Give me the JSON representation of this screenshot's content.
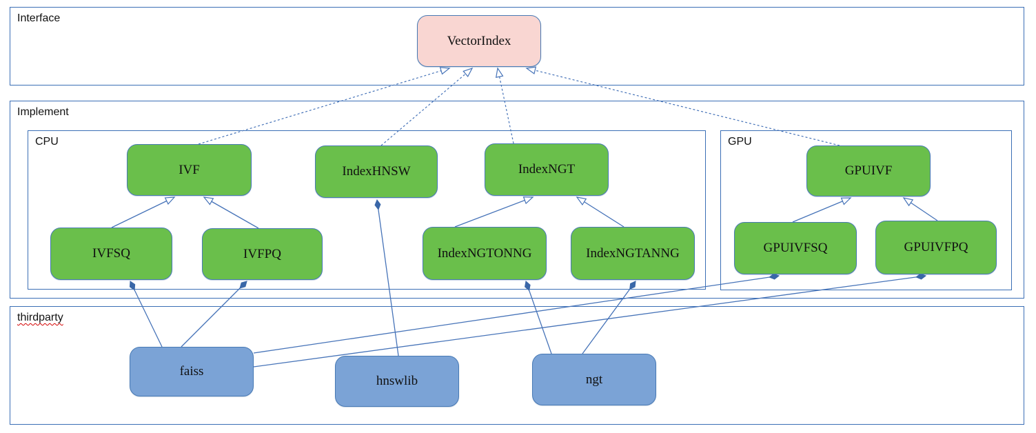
{
  "containers": {
    "interface": {
      "label": "Interface"
    },
    "implement": {
      "label": "Implement"
    },
    "cpu": {
      "label": "CPU"
    },
    "gpu": {
      "label": "GPU"
    },
    "thirdparty": {
      "label": "thirdparty"
    }
  },
  "nodes": {
    "vectorindex": {
      "label": "VectorIndex",
      "group": "interface"
    },
    "ivf": {
      "label": "IVF",
      "group": "cpu"
    },
    "indexhnsw": {
      "label": "IndexHNSW",
      "group": "cpu"
    },
    "indexngt": {
      "label": "IndexNGT",
      "group": "cpu"
    },
    "ivfsq": {
      "label": "IVFSQ",
      "group": "cpu"
    },
    "ivfpq": {
      "label": "IVFPQ",
      "group": "cpu"
    },
    "indexngtonng": {
      "label": "IndexNGTONNG",
      "group": "cpu"
    },
    "indexngtanng": {
      "label": "IndexNGTANNG",
      "group": "cpu"
    },
    "gpuivf": {
      "label": "GPUIVF",
      "group": "gpu"
    },
    "gpuivfsq": {
      "label": "GPUIVFSQ",
      "group": "gpu"
    },
    "gpuivfpq": {
      "label": "GPUIVFPQ",
      "group": "gpu"
    },
    "faiss": {
      "label": "faiss",
      "group": "thirdparty"
    },
    "hnswlib": {
      "label": "hnswlib",
      "group": "thirdparty"
    },
    "ngt": {
      "label": "ngt",
      "group": "thirdparty"
    }
  },
  "edges": [
    {
      "from": "IVF",
      "to": "VectorIndex",
      "type": "realization-dashed-hollow-arrow"
    },
    {
      "from": "IndexHNSW",
      "to": "VectorIndex",
      "type": "realization-dashed-hollow-arrow"
    },
    {
      "from": "IndexNGT",
      "to": "VectorIndex",
      "type": "realization-dashed-hollow-arrow"
    },
    {
      "from": "GPUIVF",
      "to": "VectorIndex",
      "type": "realization-dashed-hollow-arrow"
    },
    {
      "from": "IVFSQ",
      "to": "IVF",
      "type": "generalization-hollow-arrow"
    },
    {
      "from": "IVFPQ",
      "to": "IVF",
      "type": "generalization-hollow-arrow"
    },
    {
      "from": "IndexNGTONNG",
      "to": "IndexNGT",
      "type": "generalization-hollow-arrow"
    },
    {
      "from": "IndexNGTANNG",
      "to": "IndexNGT",
      "type": "generalization-hollow-arrow"
    },
    {
      "from": "GPUIVFSQ",
      "to": "GPUIVF",
      "type": "generalization-hollow-arrow"
    },
    {
      "from": "GPUIVFPQ",
      "to": "GPUIVF",
      "type": "generalization-hollow-arrow"
    },
    {
      "from": "faiss",
      "to": "IVFSQ",
      "type": "composition-filled-diamond"
    },
    {
      "from": "faiss",
      "to": "IVFPQ",
      "type": "composition-filled-diamond"
    },
    {
      "from": "faiss",
      "to": "GPUIVFSQ",
      "type": "composition-filled-diamond"
    },
    {
      "from": "faiss",
      "to": "GPUIVFPQ",
      "type": "composition-filled-diamond"
    },
    {
      "from": "hnswlib",
      "to": "IndexHNSW",
      "type": "composition-filled-diamond"
    },
    {
      "from": "ngt",
      "to": "IndexNGTONNG",
      "type": "composition-filled-diamond"
    },
    {
      "from": "ngt",
      "to": "IndexNGTANNG",
      "type": "composition-filled-diamond"
    }
  ],
  "colors": {
    "container_border": "#3a6eb5",
    "edge_line": "#4673b8",
    "node_border": "#4779b4",
    "node_green_fill": "#6abf4b",
    "node_blue_fill": "#7ba3d6",
    "node_pink_fill": "#f9d6d2",
    "diamond_fill": "#3a67a8",
    "spellcheck_squiggle": "#d40000"
  }
}
